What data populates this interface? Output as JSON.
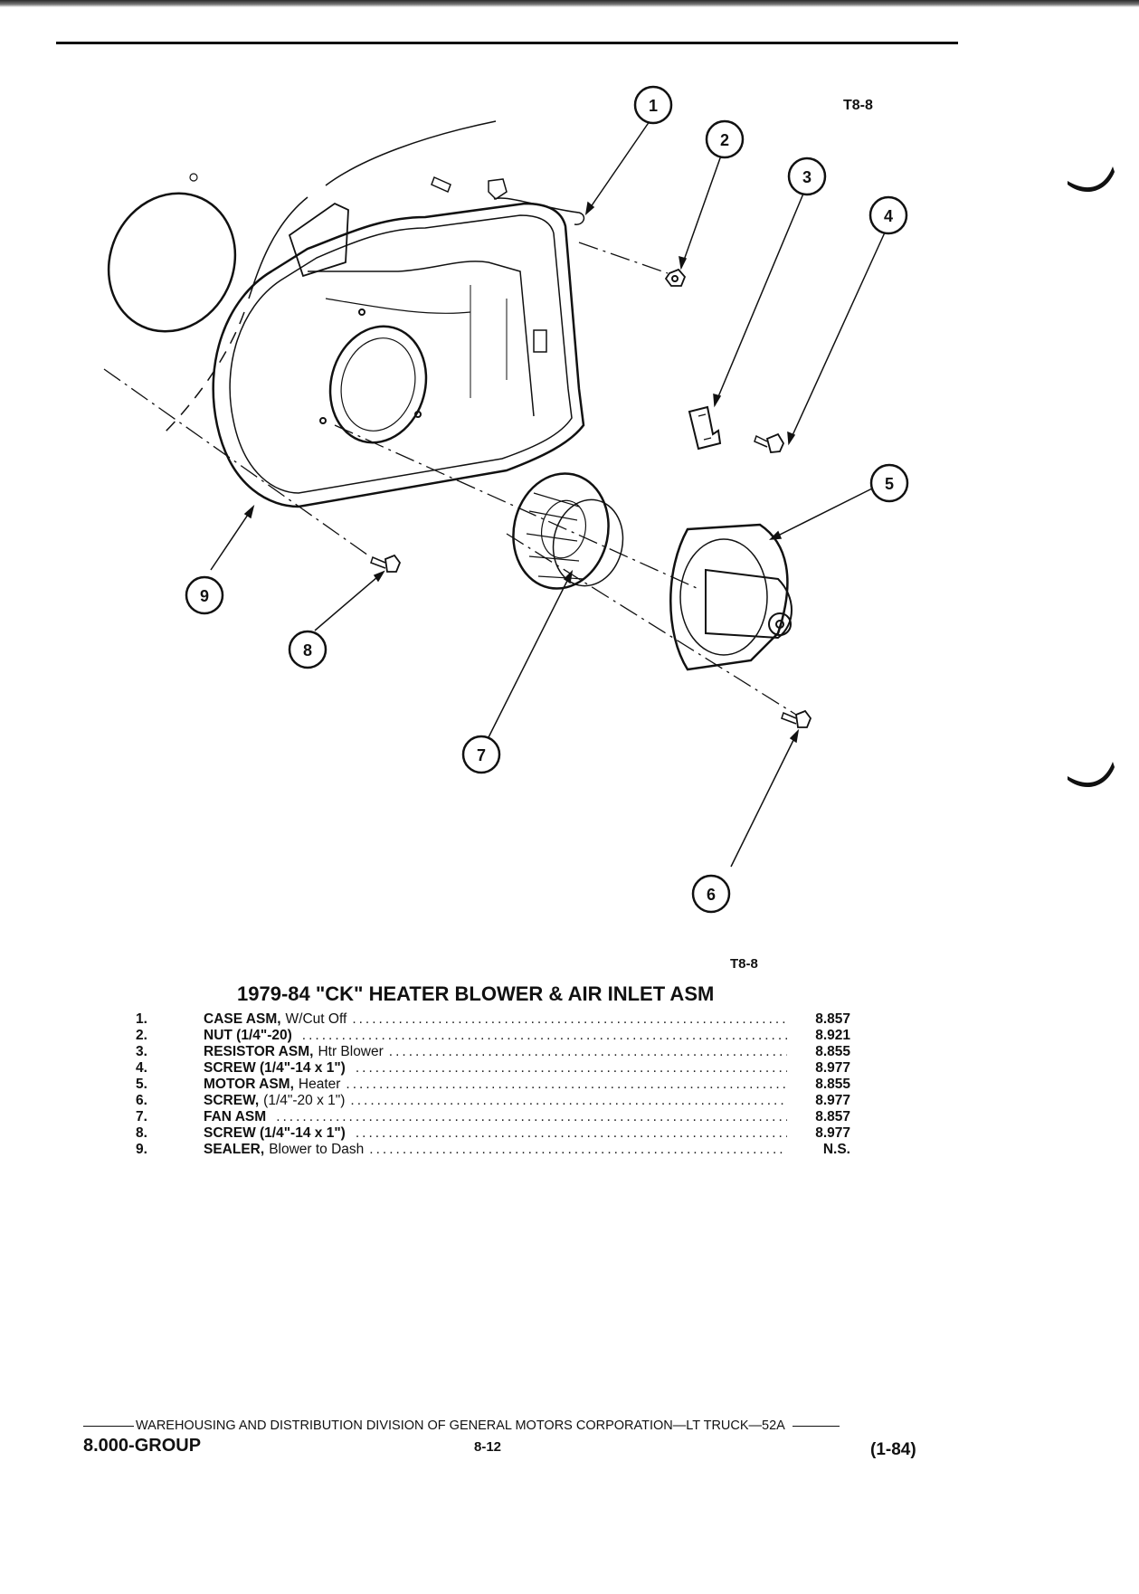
{
  "figure_tag": "T8-8",
  "caption_tag": "T8-8",
  "title": "1979-84 \"CK\" HEATER BLOWER & AIR INLET ASM",
  "callouts": [
    "1",
    "2",
    "3",
    "4",
    "5",
    "6",
    "7",
    "8",
    "9"
  ],
  "parts": [
    {
      "num": "1.",
      "name": "CASE ASM,",
      "desc": "W/Cut Off",
      "price": "8.857"
    },
    {
      "num": "2.",
      "name": "NUT (1/4\"-20)",
      "desc": "",
      "price": "8.921"
    },
    {
      "num": "3.",
      "name": "RESISTOR ASM,",
      "desc": "Htr Blower",
      "price": "8.855"
    },
    {
      "num": "4.",
      "name": "SCREW (1/4\"-14 x 1\")",
      "desc": "",
      "price": "8.977"
    },
    {
      "num": "5.",
      "name": "MOTOR ASM,",
      "desc": "Heater",
      "price": "8.855"
    },
    {
      "num": "6.",
      "name": "SCREW,",
      "desc": "(1/4\"-20 x 1\")",
      "price": "8.977"
    },
    {
      "num": "7.",
      "name": "FAN ASM",
      "desc": "",
      "price": "8.857"
    },
    {
      "num": "8.",
      "name": "SCREW (1/4\"-14 x 1\")",
      "desc": "",
      "price": "8.977"
    },
    {
      "num": "9.",
      "name": "SEALER,",
      "desc": "Blower to Dash",
      "price": "N.S."
    }
  ],
  "footer": {
    "line": "WAREHOUSING AND DISTRIBUTION DIVISION OF GENERAL MOTORS CORPORATION—LT TRUCK—52A",
    "group": "8.000-GROUP",
    "page": "8-12",
    "date": "(1-84)"
  }
}
